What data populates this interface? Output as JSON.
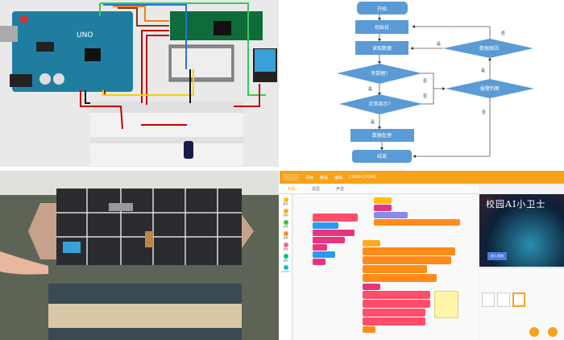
{
  "circuit": {
    "board_label": "UNO",
    "colors": {
      "board": "#1f7ea0",
      "module": "#0f6b3a",
      "wire_red": "#c00000",
      "wire_green": "#33cc55",
      "wire_blue": "#2a6fdb",
      "wire_yellow": "#f5d000",
      "wire_orange": "#f08020"
    }
  },
  "flowchart": {
    "nodes": {
      "start": "开始",
      "init": "初始化",
      "read": "读取数据",
      "has_data": "有数据?",
      "normal": "正常显示?",
      "process": "数据处理",
      "end": "结束",
      "cause": "数据原因",
      "alarm": "报警判断"
    },
    "labels": {
      "yes": "是",
      "no": "否"
    },
    "color": "#5b9bd5"
  },
  "ide": {
    "menu": [
      "项目",
      "教程",
      "编辑",
      "COM9 CH340"
    ],
    "tabs": [
      "代码",
      "造型",
      "声音"
    ],
    "categories": [
      {
        "label": "事件",
        "color": "#ffbf00"
      },
      {
        "label": "控制",
        "color": "#ffab19"
      },
      {
        "label": "运算",
        "color": "#40bf4a"
      },
      {
        "label": "变量",
        "color": "#ff8c1a"
      },
      {
        "label": "函数",
        "color": "#ff6680"
      },
      {
        "label": "画笔",
        "color": "#0fbd8c"
      },
      {
        "label": "Arduino",
        "color": "#00c0e0"
      }
    ],
    "stage": {
      "title": "校园AI小卫士",
      "button": "进入系统"
    },
    "accent": "#f7a21b"
  }
}
